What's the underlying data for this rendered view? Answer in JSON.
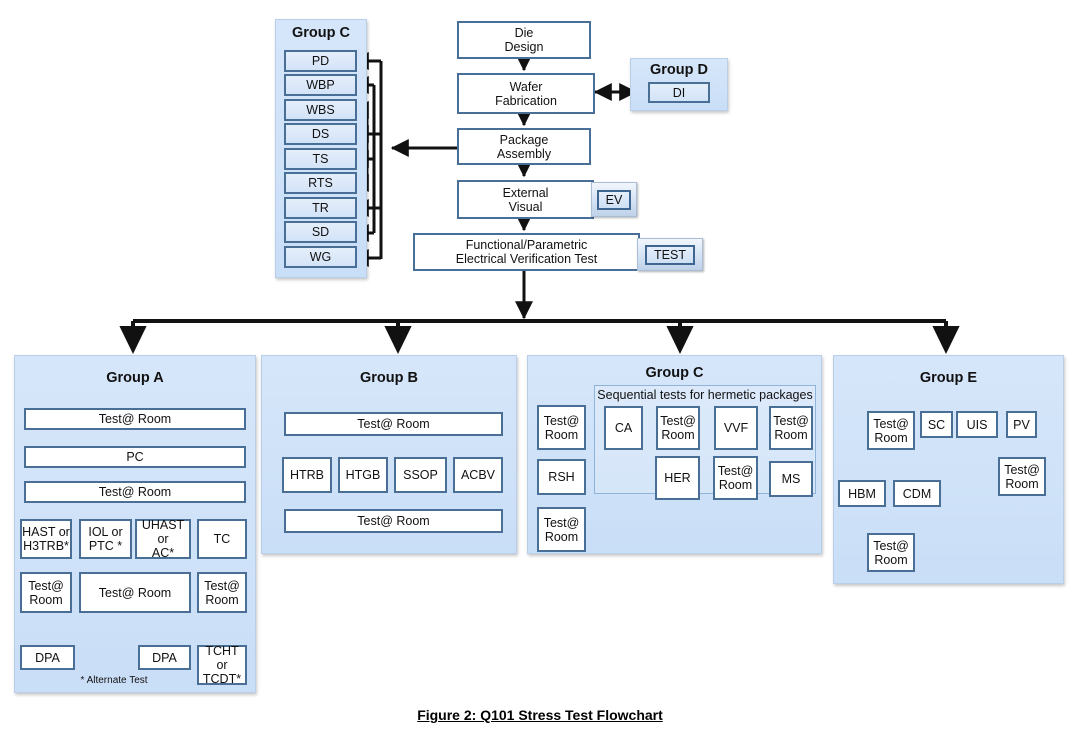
{
  "figure": {
    "caption": "Figure 2:  Q101 Stress Test Flowchart"
  },
  "top_flow": {
    "main_steps": [
      {
        "id": "die-design",
        "label": "Die\nDesign"
      },
      {
        "id": "wafer-fabrication",
        "label": "Wafer\nFabrication"
      },
      {
        "id": "package-assembly",
        "label": "Package\nAssembly"
      },
      {
        "id": "external-visual",
        "label": "External\nVisual"
      },
      {
        "id": "functional-test",
        "label": "Functional/Parametric\nElectrical Verification Test"
      }
    ],
    "badges": [
      {
        "id": "ev-badge",
        "label": "EV"
      },
      {
        "id": "test-badge",
        "label": "TEST"
      }
    ]
  },
  "group_c_top": {
    "title": "Group C",
    "items": [
      {
        "label": "PD"
      },
      {
        "label": "WBP"
      },
      {
        "label": "WBS"
      },
      {
        "label": "DS"
      },
      {
        "label": "TS"
      },
      {
        "label": "RTS"
      },
      {
        "label": "TR"
      },
      {
        "label": "SD"
      },
      {
        "label": "WG"
      }
    ]
  },
  "group_d": {
    "title": "Group D",
    "items": [
      {
        "label": "DI"
      }
    ]
  },
  "group_a": {
    "title": "Group A",
    "note": "* Alternate Test",
    "boxes": [
      {
        "label": "Test@ Room"
      },
      {
        "label": "PC"
      },
      {
        "label": "Test@ Room"
      },
      {
        "label": "HAST or\nH3TRB*"
      },
      {
        "label": "IOL or\nPTC *"
      },
      {
        "label": "UHAST or\nAC*"
      },
      {
        "label": "TC"
      },
      {
        "label": "Test@\nRoom"
      },
      {
        "label": "Test@ Room"
      },
      {
        "label": "Test@\nRoom"
      },
      {
        "label": "DPA"
      },
      {
        "label": "DPA"
      },
      {
        "label": "TCHT or\nTCDT*"
      }
    ]
  },
  "group_b": {
    "title": "Group B",
    "boxes": [
      {
        "label": "Test@ Room"
      },
      {
        "label": "HTRB"
      },
      {
        "label": "HTGB"
      },
      {
        "label": "SSOP"
      },
      {
        "label": "ACBV"
      },
      {
        "label": "Test@ Room"
      }
    ]
  },
  "group_c_bottom": {
    "title": "Group C",
    "sub_title": "Sequential tests for hermetic packages",
    "boxes": [
      {
        "label": "Test@\nRoom"
      },
      {
        "label": "RSH"
      },
      {
        "label": "Test@\nRoom"
      },
      {
        "label": "CA"
      },
      {
        "label": "Test@\nRoom"
      },
      {
        "label": "VVF"
      },
      {
        "label": "Test@\nRoom"
      },
      {
        "label": "MS"
      },
      {
        "label": "Test@\nRoom"
      },
      {
        "label": "HER"
      }
    ]
  },
  "group_e": {
    "title": "Group E",
    "boxes": [
      {
        "label": "Test@\nRoom"
      },
      {
        "label": "SC"
      },
      {
        "label": "UIS"
      },
      {
        "label": "PV"
      },
      {
        "label": "HBM"
      },
      {
        "label": "CDM"
      },
      {
        "label": "Test@\nRoom"
      },
      {
        "label": "Test@\nRoom"
      }
    ]
  },
  "colors": {
    "box_fill": "#dae8fa",
    "box_border": "#4a6f96",
    "panel_fill": "#cfe2f8",
    "arrow": "#111111",
    "text": "#111111"
  }
}
